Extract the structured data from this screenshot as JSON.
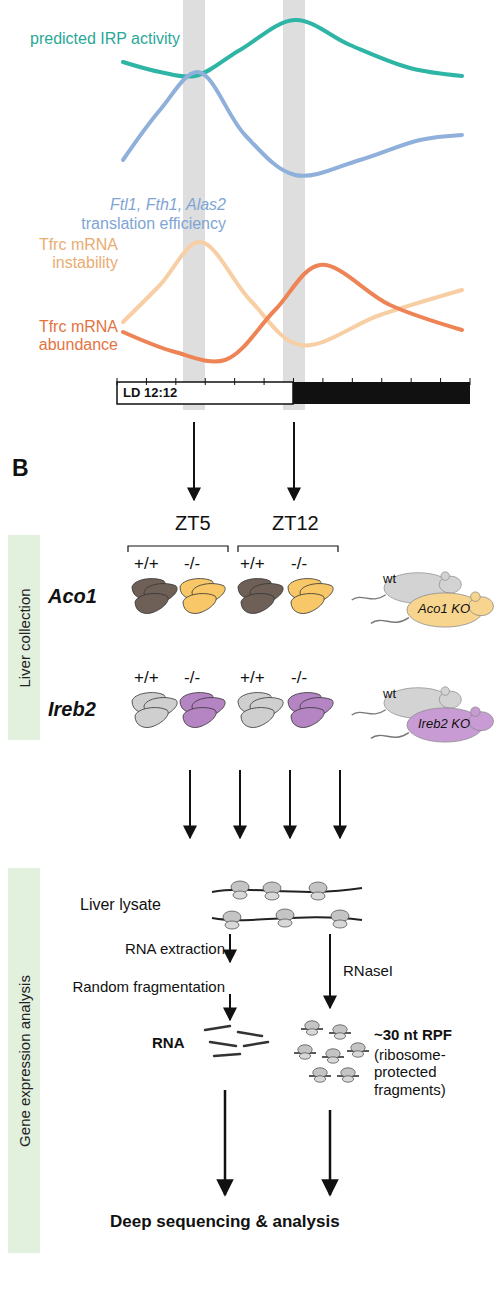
{
  "diagram": {
    "nodes": [
      {
        "text": [
          "Liver collection"
        ]
      },
      {
        "text": [
          "Gene expression analysis"
        ]
      }
    ],
    "labels": [
      "predicted IRP activity",
      "Ftl1, Fth1, Alas2",
      "translation efficiency",
      "Tfrc mRNA instability",
      "Tfrc mRNA abundance",
      "LD 12:12",
      "B",
      "ZT5",
      "ZT12",
      "Aco1",
      "+/+",
      "-/-",
      "+/+",
      "-/-",
      "wt",
      "Aco1 KO",
      "Ireb2",
      "+/+",
      "-/-",
      "+/+",
      "-/-",
      "wt",
      "Ireb2 KO",
      "Liver lysate",
      "RNA extraction",
      "Random fragmentation",
      "RNaseI",
      "RNA",
      "~30 nt RPF",
      "(ribosome-protected fragments)",
      "Deep sequencing & analysis"
    ]
  }
}
